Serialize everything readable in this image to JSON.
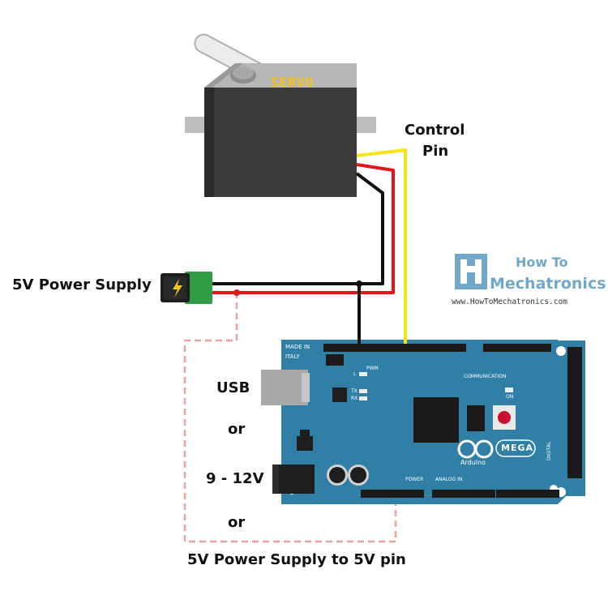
{
  "servo": {
    "label": "SERVO"
  },
  "labels": {
    "control_pin_line1": "Control",
    "control_pin_line2": "Pin",
    "power_supply": "5V Power Supply",
    "usb": "USB",
    "or_1": "or",
    "voltage": "9 - 12V",
    "or_2": "or",
    "bottom": "5V Power Supply to 5V pin"
  },
  "brand": {
    "line1": "How To",
    "line2": "Mechatronics",
    "url": "www.HowToMechatronics.com"
  },
  "board": {
    "made_in": "MADE IN",
    "italy": "ITALY",
    "pwm": "PWM",
    "communication": "COMMUNICATION",
    "tx": "TX",
    "rx": "RX",
    "l": "L",
    "on": "ON",
    "mega": "MEGA",
    "arduino": "Arduino",
    "power": "POWER",
    "analog_in": "ANALOG IN",
    "digital": "DIGITAL"
  },
  "colors": {
    "board": "#2f7fa6",
    "servo_body": "#3a3a3a",
    "signal_wire": "#f6e51b",
    "power_wire": "#e0161b",
    "ground_wire": "#111111",
    "dashed_line": "#e9a3a3"
  }
}
